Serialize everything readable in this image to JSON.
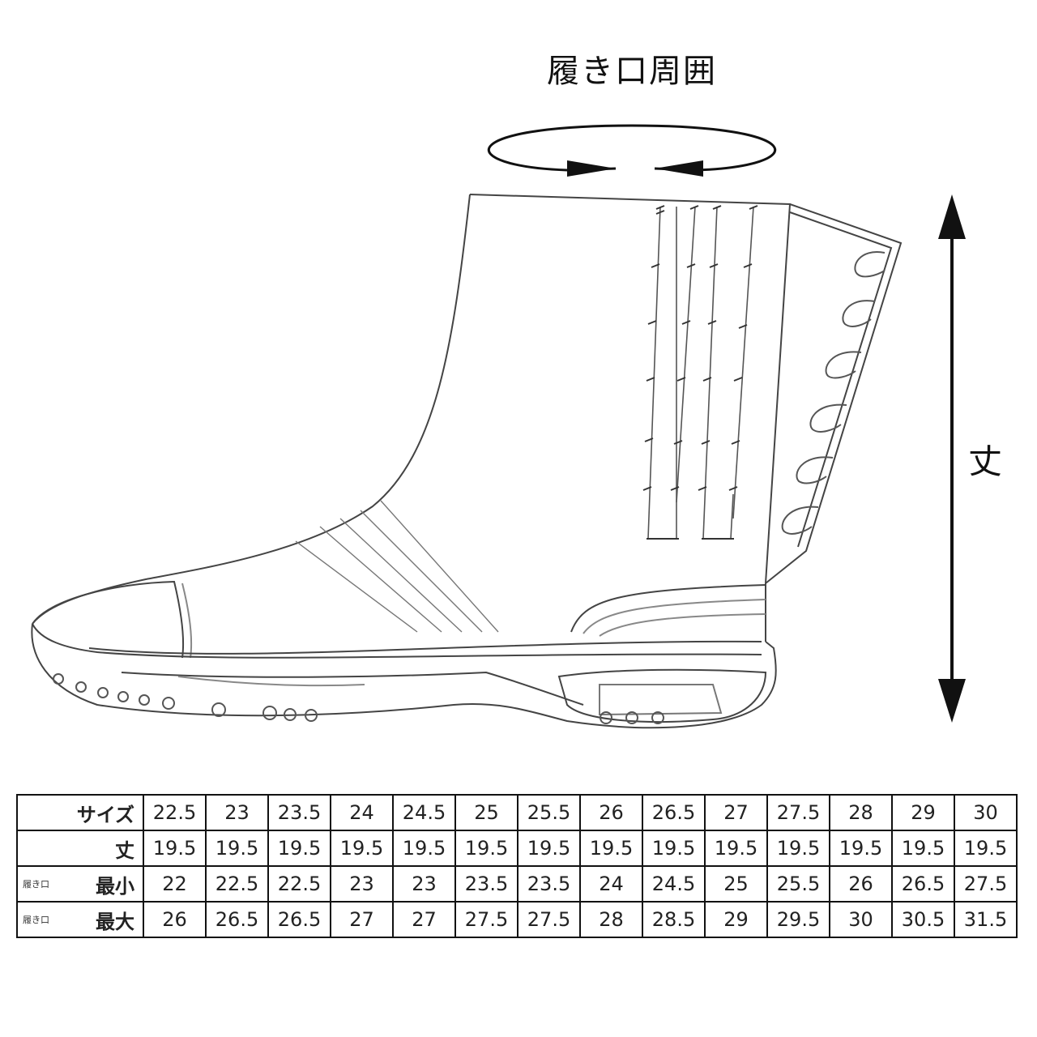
{
  "labels": {
    "opening_circumference": "履き口周囲",
    "height": "丈"
  },
  "table": {
    "rows": [
      {
        "prefix": "",
        "header": "サイズ",
        "values": [
          "22.5",
          "23",
          "23.5",
          "24",
          "24.5",
          "25",
          "25.5",
          "26",
          "26.5",
          "27",
          "27.5",
          "28",
          "29",
          "30"
        ]
      },
      {
        "prefix": "",
        "header": "丈",
        "values": [
          "19.5",
          "19.5",
          "19.5",
          "19.5",
          "19.5",
          "19.5",
          "19.5",
          "19.5",
          "19.5",
          "19.5",
          "19.5",
          "19.5",
          "19.5",
          "19.5"
        ]
      },
      {
        "prefix": "履き口",
        "header": "最小",
        "values": [
          "22",
          "22.5",
          "22.5",
          "23",
          "23",
          "23.5",
          "23.5",
          "24",
          "24.5",
          "25",
          "25.5",
          "26",
          "26.5",
          "27.5"
        ]
      },
      {
        "prefix": "履き口",
        "header": "最大",
        "values": [
          "26",
          "26.5",
          "26.5",
          "27",
          "27",
          "27.5",
          "27.5",
          "28",
          "28.5",
          "29",
          "29.5",
          "30",
          "30.5",
          "31.5"
        ]
      }
    ]
  }
}
